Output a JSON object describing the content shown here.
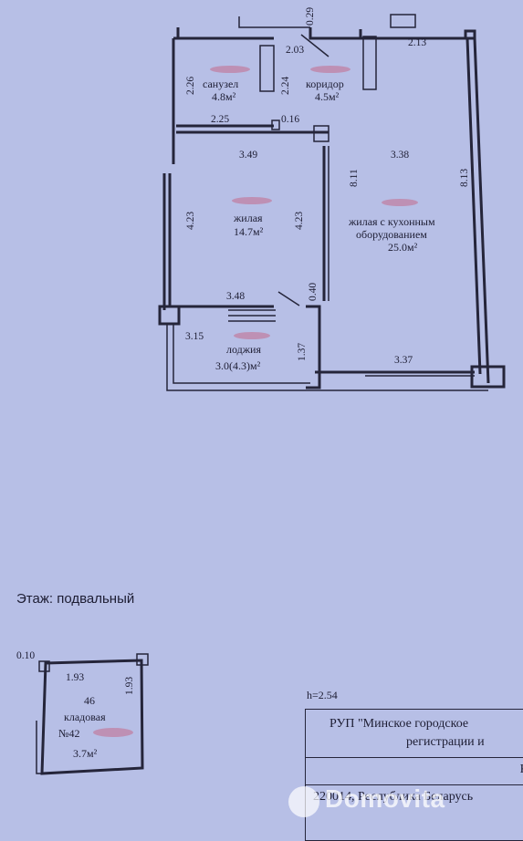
{
  "plan": {
    "rooms": {
      "bathroom": {
        "name": "санузел",
        "area": "4.8м²"
      },
      "corridor": {
        "name": "коридор",
        "area": "4.5м²"
      },
      "living": {
        "name": "жилая",
        "area": "14.7м²"
      },
      "kitchen_living": {
        "name_line1": "жилая с кухонным",
        "name_line2": "оборудованием",
        "area": "25.0м²"
      },
      "loggia": {
        "name": "лоджия",
        "area": "3.0(4.3)м²"
      },
      "storage": {
        "number": "46",
        "name": "кладовая",
        "code": "№42",
        "area": "3.7м²"
      }
    },
    "dimensions": {
      "d0_29": "0.29",
      "d2_03": "2.03",
      "d2_13": "2.13",
      "d2_26": "2.26",
      "d2_24": "2.24",
      "d2_25": "2.25",
      "d0_16": "0.16",
      "d3_49": "3.49",
      "d3_38": "3.38",
      "d8_11": "8.11",
      "d8_13": "8.13",
      "d4_23a": "4.23",
      "d4_23b": "4.23",
      "d3_48": "3.48",
      "d0_40": "0.40",
      "d3_15": "3.15",
      "d1_37": "1.37",
      "d3_37": "3.37",
      "s0_10": "0.10",
      "s1_93a": "1.93",
      "s1_93b": "1.93"
    }
  },
  "basement": {
    "floor_label": "Этаж: подвальный"
  },
  "height": "h=2.54",
  "stamp": {
    "line1": "РУП \"Минское городское",
    "line2": "регистрации и",
    "line3": "К",
    "line4": "220014, Республика Беларусь"
  },
  "watermark": "Domovita",
  "colors": {
    "paper": "#b7bfe6",
    "ink": "#1d1d33"
  }
}
